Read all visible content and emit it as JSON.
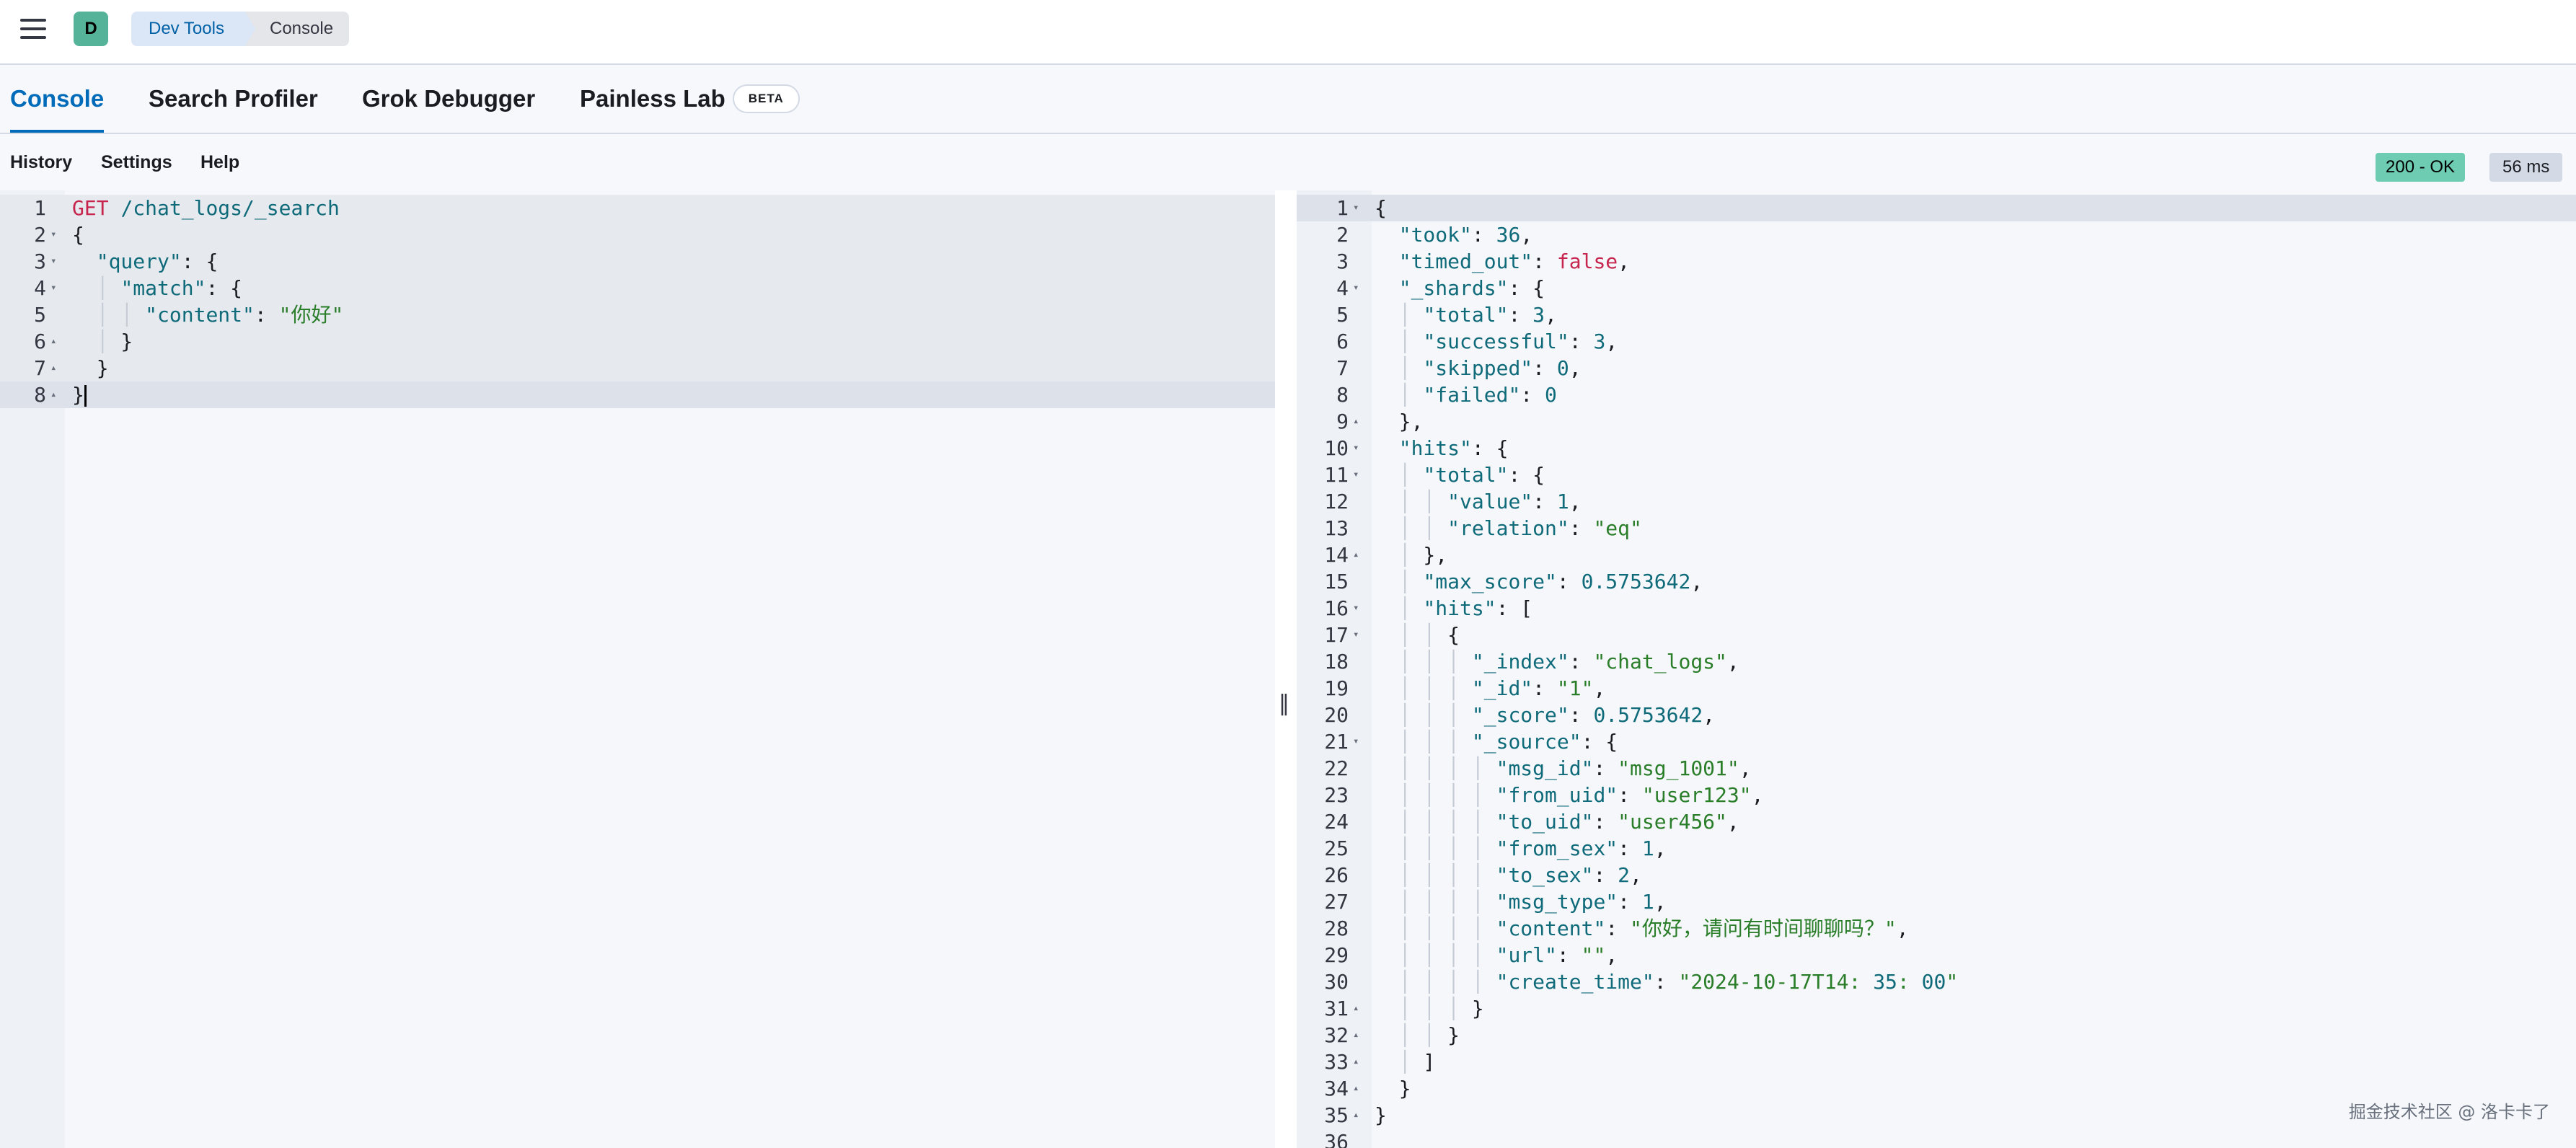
{
  "header": {
    "space_initial": "D",
    "breadcrumbs": [
      "Dev Tools",
      "Console"
    ]
  },
  "tabs": [
    {
      "label": "Console",
      "active": true
    },
    {
      "label": "Search Profiler"
    },
    {
      "label": "Grok Debugger"
    },
    {
      "label": "Painless Lab",
      "badge": "BETA"
    }
  ],
  "toolbar": {
    "history": "History",
    "settings": "Settings",
    "help": "Help",
    "status": "200 - OK",
    "duration": "56 ms"
  },
  "request_lines": [
    "GET /chat_logs/_search",
    "{",
    "  \"query\": {",
    "    \"match\": {",
    "      \"content\": \"你好\"",
    "    }",
    "  }",
    "}"
  ],
  "response_lines": [
    "{",
    "  \"took\" : 36,",
    "  \"timed_out\" : false,",
    "  \"_shards\" : {",
    "    \"total\" : 3,",
    "    \"successful\" : 3,",
    "    \"skipped\" : 0,",
    "    \"failed\" : 0",
    "  },",
    "  \"hits\" : {",
    "    \"total\" : {",
    "      \"value\" : 1,",
    "      \"relation\" : \"eq\"",
    "    },",
    "    \"max_score\" : 0.5753642,",
    "    \"hits\" : [",
    "      {",
    "        \"_index\" : \"chat_logs\",",
    "        \"_id\" : \"1\",",
    "        \"_score\" : 0.5753642,",
    "        \"_source\" : {",
    "          \"msg_id\" : \"msg_1001\",",
    "          \"from_uid\" : \"user123\",",
    "          \"to_uid\" : \"user456\",",
    "          \"from_sex\" : 1,",
    "          \"to_sex\" : 2,",
    "          \"msg_type\" : 1,",
    "          \"content\" : \"你好，请问有时间聊聊吗？\",",
    "          \"url\" : \"\",",
    "          \"create_time\" : \"2024-10-17T14:35:00\"",
    "        }",
    "      }",
    "    ]",
    "  }",
    "}",
    ""
  ],
  "watermark": "掘金技术社区 @ 洛卡卡了"
}
